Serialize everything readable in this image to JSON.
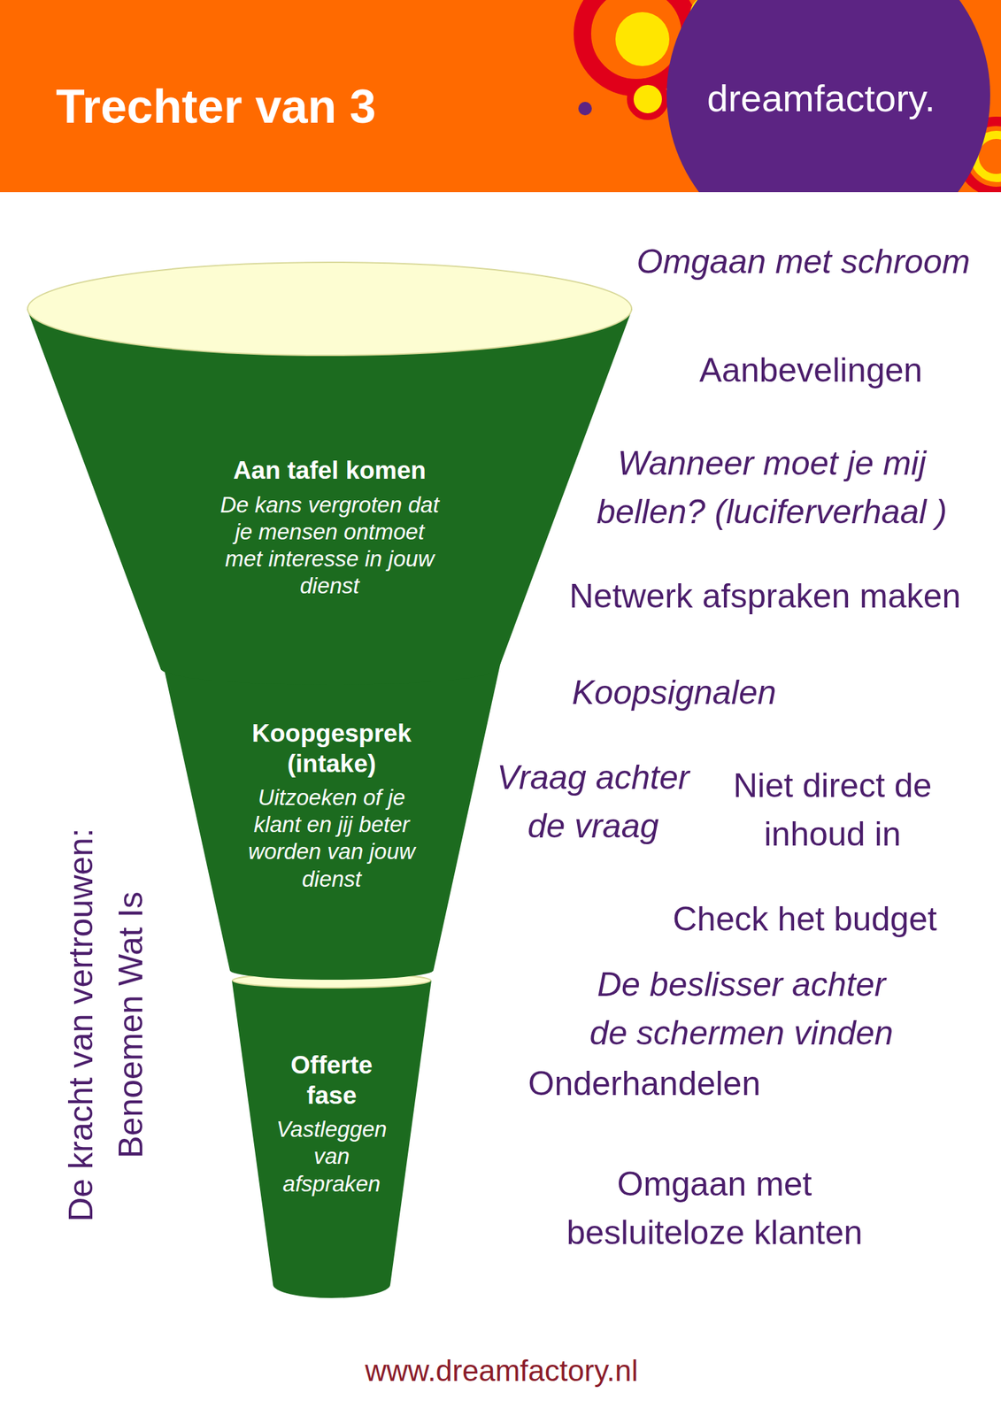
{
  "diagram": {
    "title": "Trechter van 3",
    "nodes": [
      {
        "text": [
          "Aan tafel komen",
          "De kans vergroten dat je mensen ontmoet met interesse in jouw dienst"
        ]
      },
      {
        "text": [
          "Koopgesprek (intake)",
          "Uitzoeken of je klant en jij beter worden van jouw dienst"
        ]
      },
      {
        "text": [
          "Offerte fase",
          "Vastleggen van afspraken"
        ]
      }
    ],
    "labels": [
      "dreamfactory.",
      "Omgaan met schroom",
      "Aanbevelingen",
      "Wanneer moet je mij bellen? (luciferverhaal )",
      "Netwerk afspraken maken",
      "Koopsignalen",
      "Vraag achter de vraag",
      "Niet direct de inhoud in",
      "Check het budget",
      "De beslisser achter de schermen vinden",
      "Onderhandelen",
      "Omgaan met besluiteloze klanten",
      "De kracht van vertrouwen:",
      "Benoemen Wat Is",
      "www.dreamfactory.nl"
    ]
  }
}
